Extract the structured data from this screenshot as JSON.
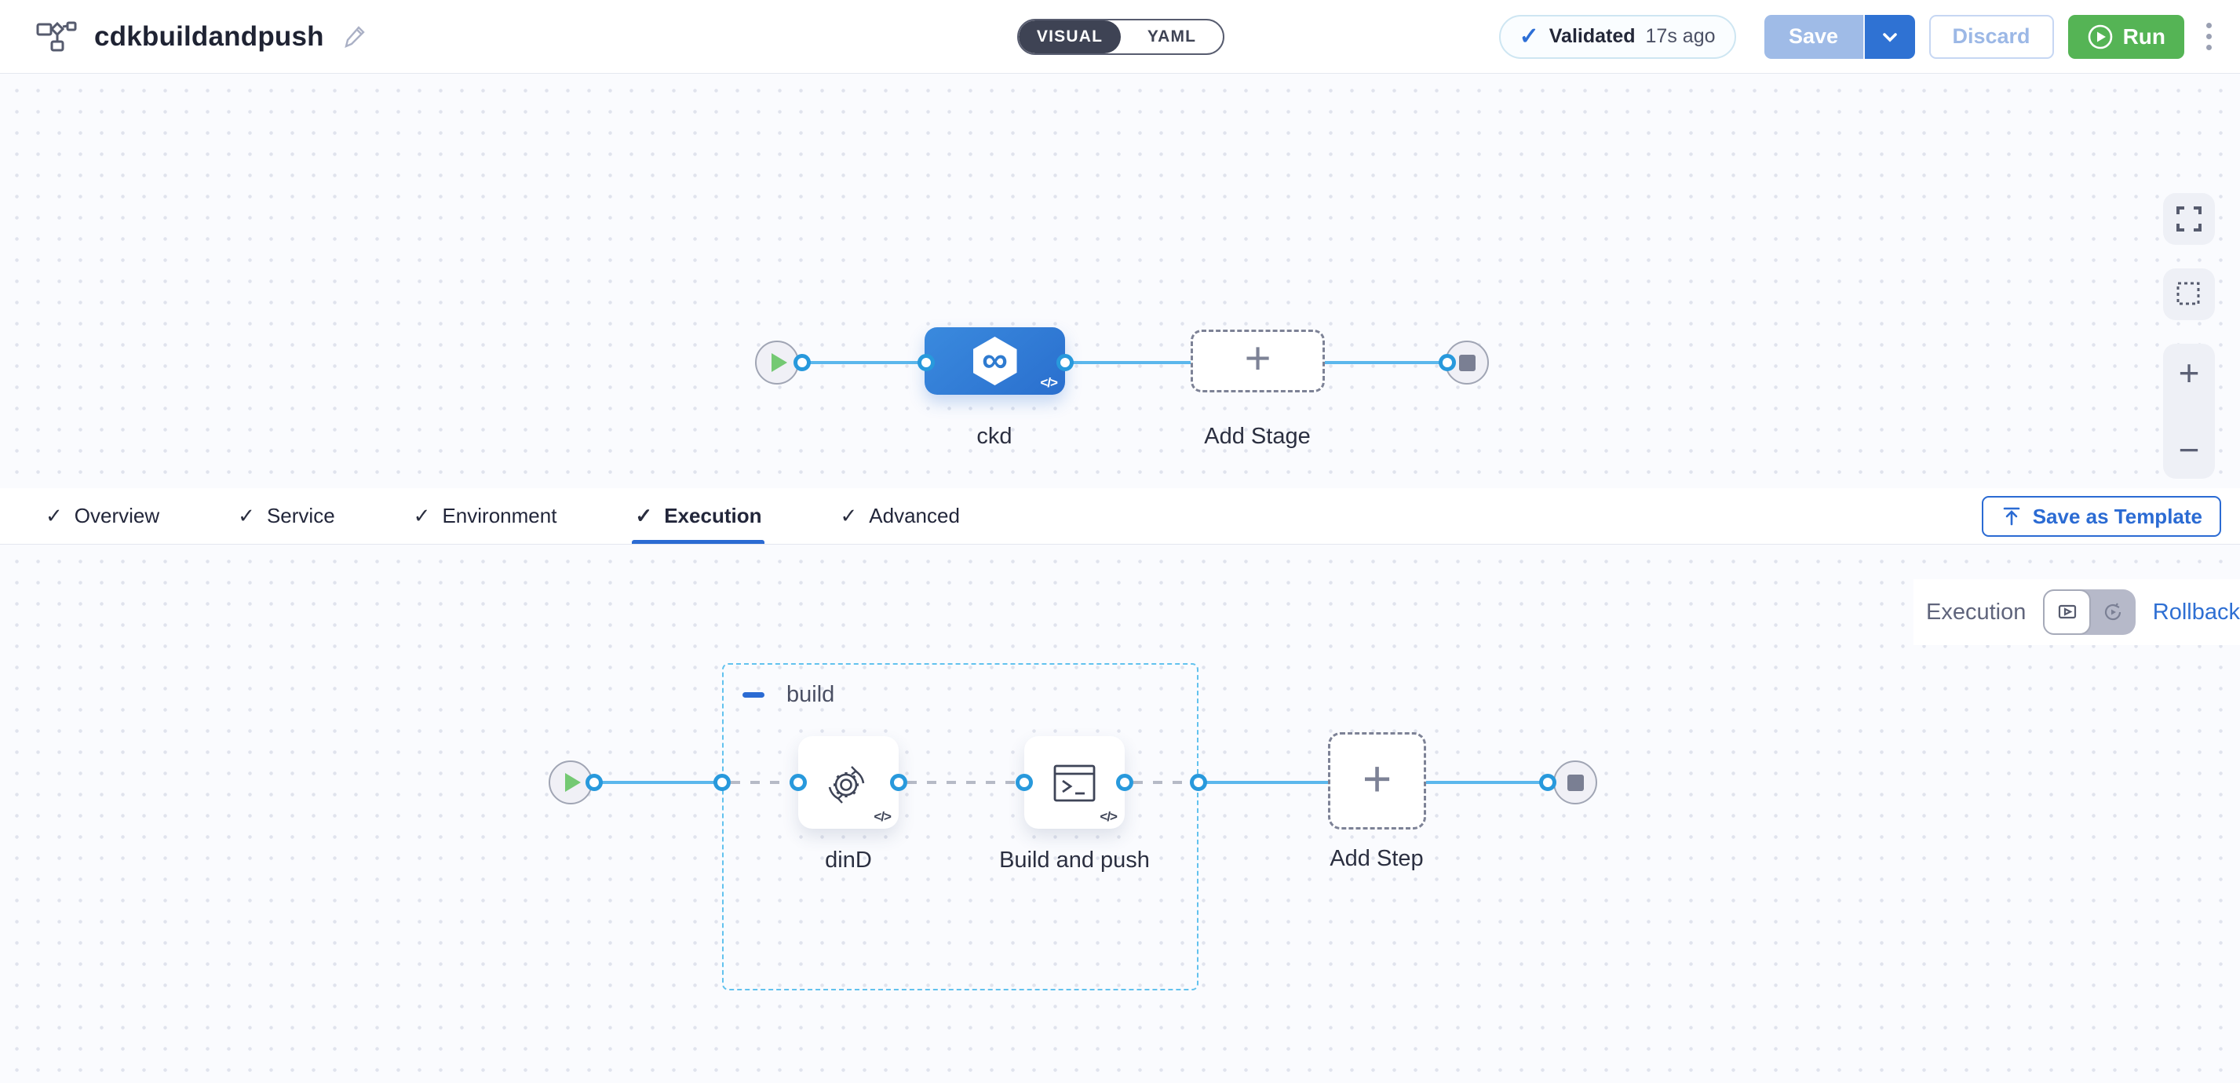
{
  "header": {
    "title": "cdkbuildandpush",
    "mode_toggle": {
      "visual": "VISUAL",
      "yaml": "YAML",
      "selected": "VISUAL"
    },
    "validation": {
      "label": "Validated",
      "time": "17s ago"
    },
    "buttons": {
      "save": "Save",
      "discard": "Discard",
      "run": "Run"
    }
  },
  "pipeline_canvas": {
    "stage": {
      "label": "ckd"
    },
    "add_stage_label": "Add Stage"
  },
  "tabs": {
    "items": [
      {
        "label": "Overview"
      },
      {
        "label": "Service"
      },
      {
        "label": "Environment"
      },
      {
        "label": "Execution"
      },
      {
        "label": "Advanced"
      }
    ],
    "active": "Execution",
    "save_as_template": "Save as Template"
  },
  "execution": {
    "mode_label": "Execution",
    "rollback_label": "Rollback",
    "group_label": "build",
    "steps": [
      {
        "label": "dinD"
      },
      {
        "label": "Build and push"
      }
    ],
    "add_step_label": "Add Step"
  },
  "icons": {
    "check": "✓",
    "code_badge": "</>",
    "infinity": "∞",
    "plus": "+",
    "minus": "−"
  },
  "colors": {
    "accent_blue": "#2f72d3",
    "save_disabled_blue": "#9fbbe7",
    "run_green": "#55b455",
    "link_blue": "#2e6fd3",
    "line_blue": "#5bb7ec",
    "port_ring_blue": "#2899dc",
    "group_border_blue": "#62c2ee",
    "stage_blue": "#2f7bd0",
    "toggle_dark": "#3e4354"
  }
}
